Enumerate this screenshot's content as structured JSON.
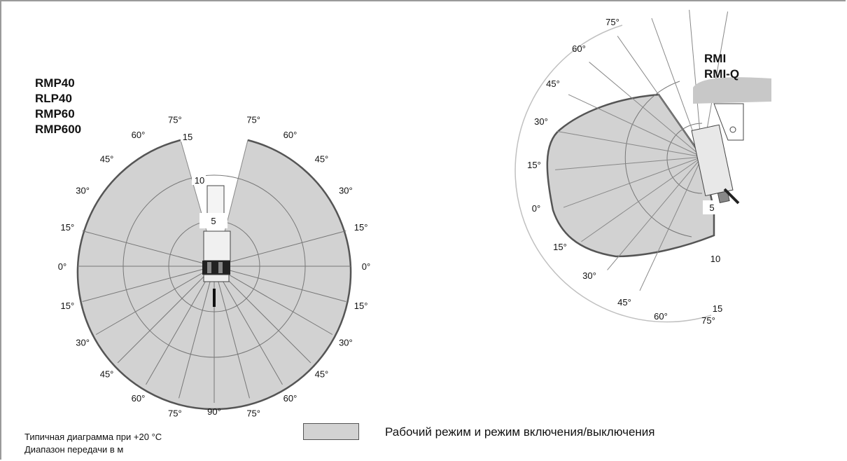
{
  "left_diagram": {
    "models": [
      "RMP40",
      "RLP40",
      "RMP60",
      "RMP600"
    ],
    "angle_labels_left": [
      "75°",
      "60°",
      "45°",
      "30°",
      "15°",
      "0°",
      "15°",
      "30°",
      "45°",
      "60°",
      "75°"
    ],
    "angle_labels_right": [
      "75°",
      "60°",
      "45°",
      "30°",
      "15°",
      "0°",
      "15°",
      "30°",
      "45°",
      "60°",
      "75°"
    ],
    "angle_label_bottom": "90°",
    "range_labels": [
      "5",
      "10",
      "15"
    ]
  },
  "right_diagram": {
    "models": [
      "RMI",
      "RMI-Q"
    ],
    "angle_labels_upper": [
      "75°",
      "60°",
      "45°",
      "30°",
      "15°",
      "0°"
    ],
    "angle_labels_lower": [
      "15°",
      "30°",
      "45°",
      "60°",
      "75°"
    ],
    "range_labels": [
      "5",
      "10",
      "15"
    ]
  },
  "legend": {
    "label": "Рабочий режим и режим включения/выключения",
    "swatch_color": "#d2d2d2"
  },
  "footnote": {
    "line1": "Типичная диаграмма при +20 °C",
    "line2": "Диапазон передачи в м"
  },
  "colors": {
    "fill": "#d2d2d2",
    "outline": "#555555",
    "grid_light": "#c0c0c0"
  }
}
